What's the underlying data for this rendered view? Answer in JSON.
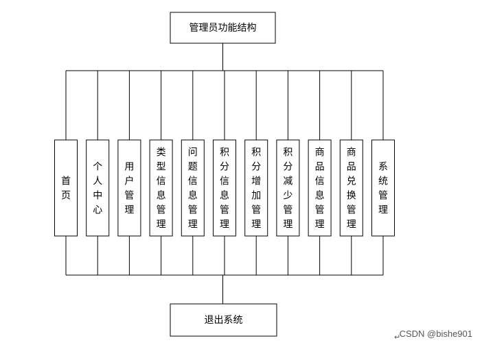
{
  "root": {
    "label": "管理员功能结构"
  },
  "modules": [
    {
      "label": "首页"
    },
    {
      "label": "个人中心"
    },
    {
      "label": "用户管理"
    },
    {
      "label": "类型信息管理"
    },
    {
      "label": "问题信息管理"
    },
    {
      "label": "积分信息管理"
    },
    {
      "label": "积分增加管理"
    },
    {
      "label": "积分减少管理"
    },
    {
      "label": "商品信息管理"
    },
    {
      "label": "商品兑换管理"
    },
    {
      "label": "系统管理"
    }
  ],
  "exit": {
    "label": "退出系统"
  },
  "watermark": "CSDN @bishe901",
  "return_mark": "↵"
}
